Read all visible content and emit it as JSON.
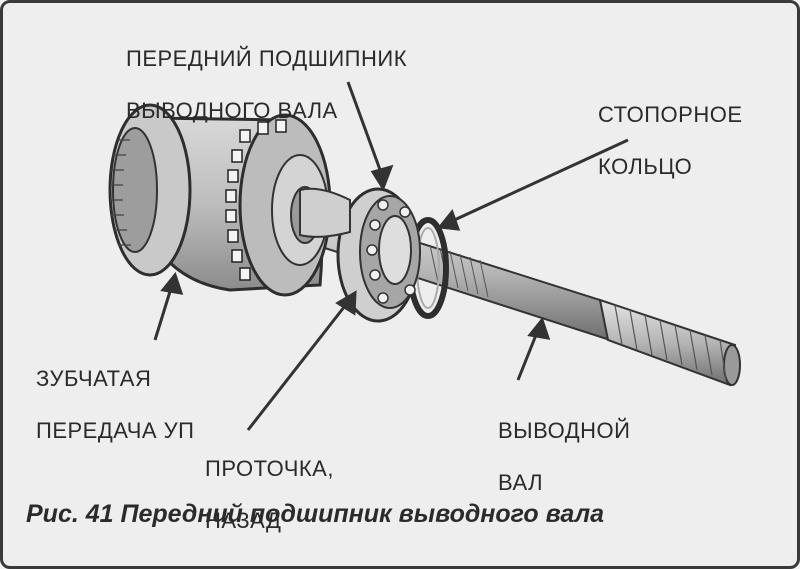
{
  "labels": {
    "front_bearing_line1": "ПЕРЕДНИЙ ПОДШИПНИК",
    "front_bearing_line2": "ВЫВОДНОГО ВАЛА",
    "snap_ring_line1": "СТОПОРНОЕ",
    "snap_ring_line2": "КОЛЬЦО",
    "gear_line1": "ЗУБЧАТАЯ",
    "gear_line2": "ПЕРЕДАЧА УП",
    "groove_line1": "ПРОТОЧКА,",
    "groove_line2": "НАЗАД",
    "shaft_line1": "ВЫВОДНОЙ",
    "shaft_line2": "ВАЛ"
  },
  "caption": "Рис. 41 Передний подшипник выводного вала"
}
